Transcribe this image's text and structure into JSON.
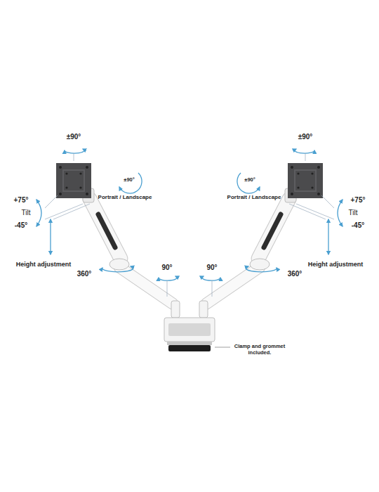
{
  "diagram": {
    "labels": [
      "±90°",
      "±90°",
      "±90°",
      "Portrait / Landscape",
      "±90°",
      "Portrait / Landscape",
      "+75°",
      "Tilt",
      "-45°",
      "+75°",
      "Tilt",
      "-45°",
      "Height adjustment",
      "Height adjustment",
      "360°",
      "90°",
      "90°",
      "360°",
      "Clamp and grommet included."
    ]
  }
}
